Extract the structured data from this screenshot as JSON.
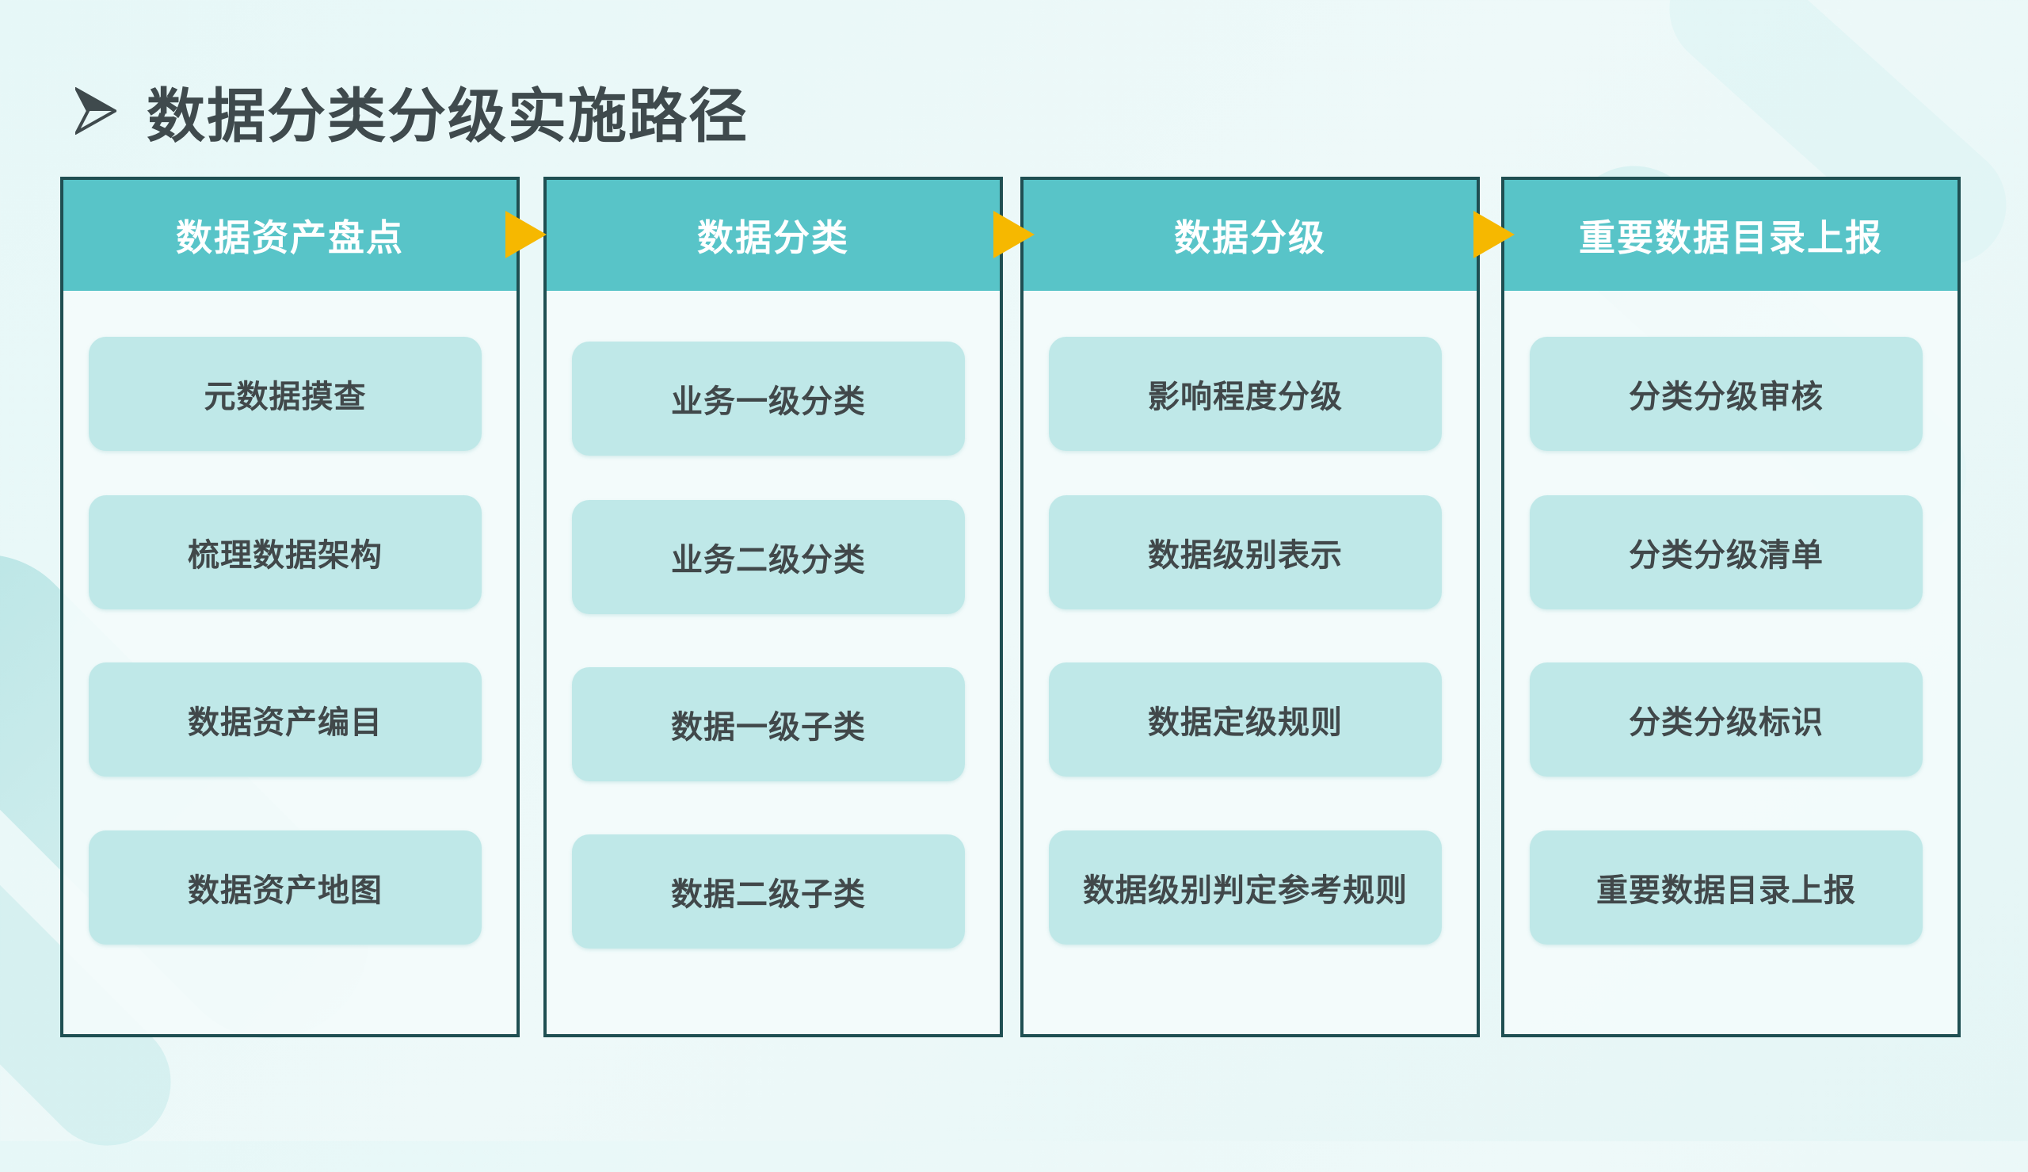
{
  "title": "数据分类分级实施路径",
  "colors": {
    "header_bg": "#58c4c8",
    "item_bg": "#bfe8e8",
    "border": "#1f4f52",
    "connector": "#f6b800",
    "title_text": "#3f4a4d"
  },
  "icons": {
    "title": "arrowhead-bullet-icon",
    "connector": "yellow-triangle-arrow-icon"
  },
  "columns": [
    {
      "header": "数据资产盘点",
      "items": [
        "元数据摸查",
        "梳理数据架构",
        "数据资产编目",
        "数据资产地图"
      ]
    },
    {
      "header": "数据分类",
      "items": [
        "业务一级分类",
        "业务二级分类",
        "数据一级子类",
        "数据二级子类"
      ]
    },
    {
      "header": "数据分级",
      "items": [
        "影响程度分级",
        "数据级别表示",
        "数据定级规则",
        "数据级别判定参考规则"
      ]
    },
    {
      "header": "重要数据目录上报",
      "items": [
        "分类分级审核",
        "分类分级清单",
        "分类分级标识",
        "重要数据目录上报"
      ]
    }
  ]
}
